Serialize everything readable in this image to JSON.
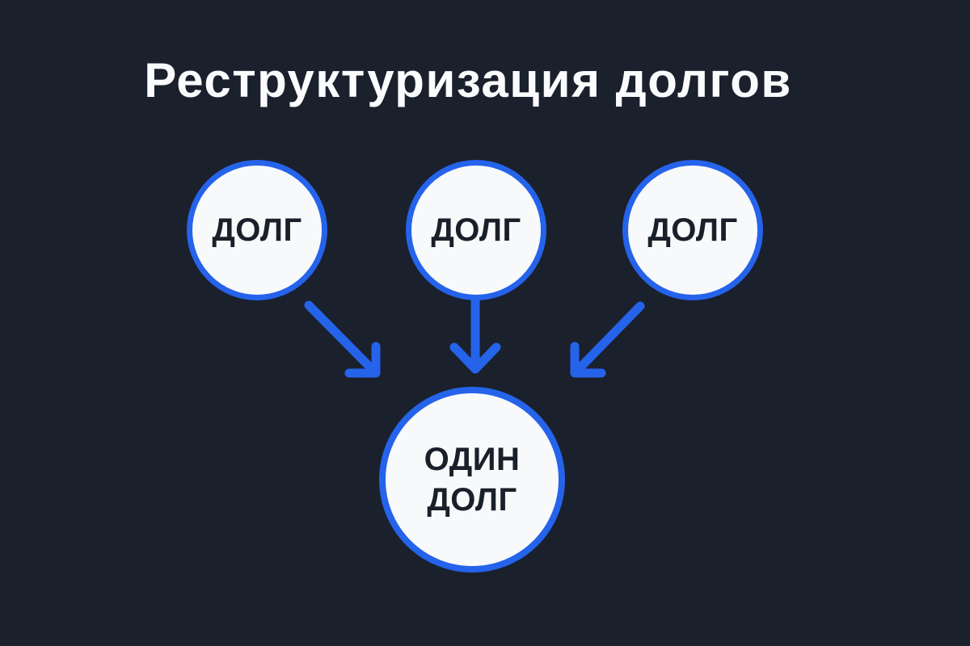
{
  "title": "Реструктуризация долгов",
  "colors": {
    "background": "#1a202c",
    "accent": "#2563eb",
    "circle_fill": "#f8f9fa",
    "circle_text": "#19202a",
    "title_text": "#fafbfc"
  },
  "diagram": {
    "source_nodes": [
      {
        "label": "ДОЛГ"
      },
      {
        "label": "ДОЛГ"
      },
      {
        "label": "ДОЛГ"
      }
    ],
    "result_node": {
      "label": "ОДИН ДОЛГ"
    },
    "arrows": [
      {
        "icon": "arrow-down-right"
      },
      {
        "icon": "arrow-down"
      },
      {
        "icon": "arrow-down-left"
      }
    ]
  }
}
